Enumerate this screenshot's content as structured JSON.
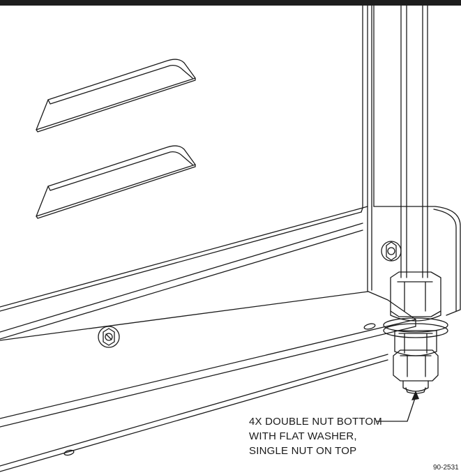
{
  "callout": {
    "line1": "4X DOUBLE NUT BOTTOM",
    "line2": "WITH FLAT WASHER,",
    "line3": "SINGLE NUT ON TOP"
  },
  "figure_id": "90-2531",
  "colors": {
    "header_bar": "#1d1d1d",
    "line": "#1a1a1a",
    "panel_fill": "#ffffff"
  }
}
